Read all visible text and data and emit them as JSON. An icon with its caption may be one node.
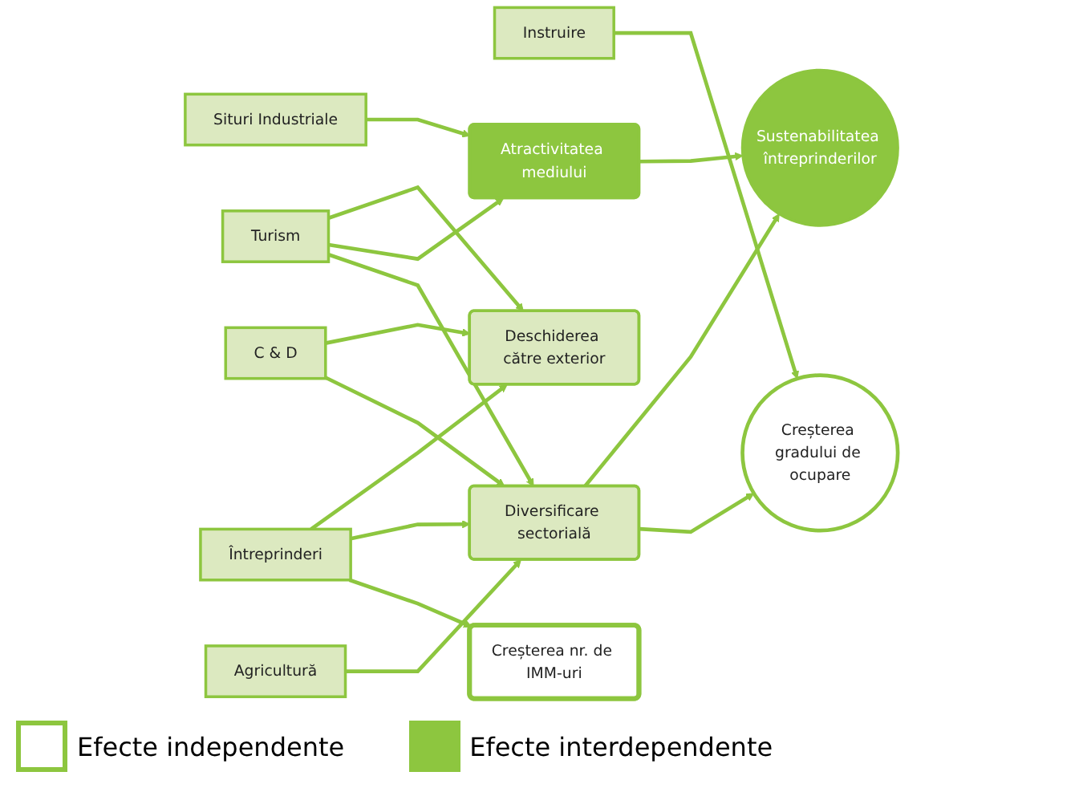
{
  "diagram": {
    "nodes": [
      {
        "text": [
          "C & D"
        ]
      },
      {
        "text": [
          "Turism"
        ]
      },
      {
        "text": [
          "Situri Industriale"
        ]
      },
      {
        "text": [
          "Întreprinderi"
        ]
      },
      {
        "text": [
          "Agricultură"
        ]
      },
      {
        "text": [
          "Instruire"
        ]
      },
      {
        "text": [
          "Deschiderea către exterior"
        ]
      },
      {
        "text": [
          "Atractivitatea mediului"
        ]
      },
      {
        "text": [
          "Diversificare sectorială"
        ]
      },
      {
        "text": [
          "Creșterea nr. de IMM-uri"
        ]
      },
      {
        "text": [
          "Sustenabilitatea întreprinderilor"
        ]
      },
      {
        "text": [
          "Creșterea gradului de ocupare"
        ]
      }
    ],
    "edges": [
      {
        "from": 0,
        "to": 6,
        "arrow": "to"
      },
      {
        "from": 0,
        "to": 8,
        "arrow": "to"
      },
      {
        "from": 1,
        "to": 6,
        "arrow": "to"
      },
      {
        "from": 1,
        "to": 7,
        "arrow": "to"
      },
      {
        "from": 1,
        "to": 8,
        "arrow": "to"
      },
      {
        "from": 2,
        "to": 7,
        "arrow": "to"
      },
      {
        "from": 3,
        "to": 6,
        "arrow": "to"
      },
      {
        "from": 3,
        "to": 8,
        "arrow": "to"
      },
      {
        "from": 3,
        "to": 9,
        "arrow": "to"
      },
      {
        "from": 4,
        "to": 8,
        "arrow": "to"
      },
      {
        "from": 5,
        "to": 11,
        "arrow": "to"
      },
      {
        "from": 7,
        "to": 10,
        "arrow": "to"
      },
      {
        "from": 8,
        "to": 10,
        "arrow": "to"
      },
      {
        "from": 8,
        "to": 11,
        "arrow": "to"
      }
    ],
    "legend": [
      {
        "text": "Efecte independente",
        "color": "#ffffff"
      },
      {
        "text": "Efecte interdependente",
        "color": "#8dc63f"
      }
    ]
  }
}
